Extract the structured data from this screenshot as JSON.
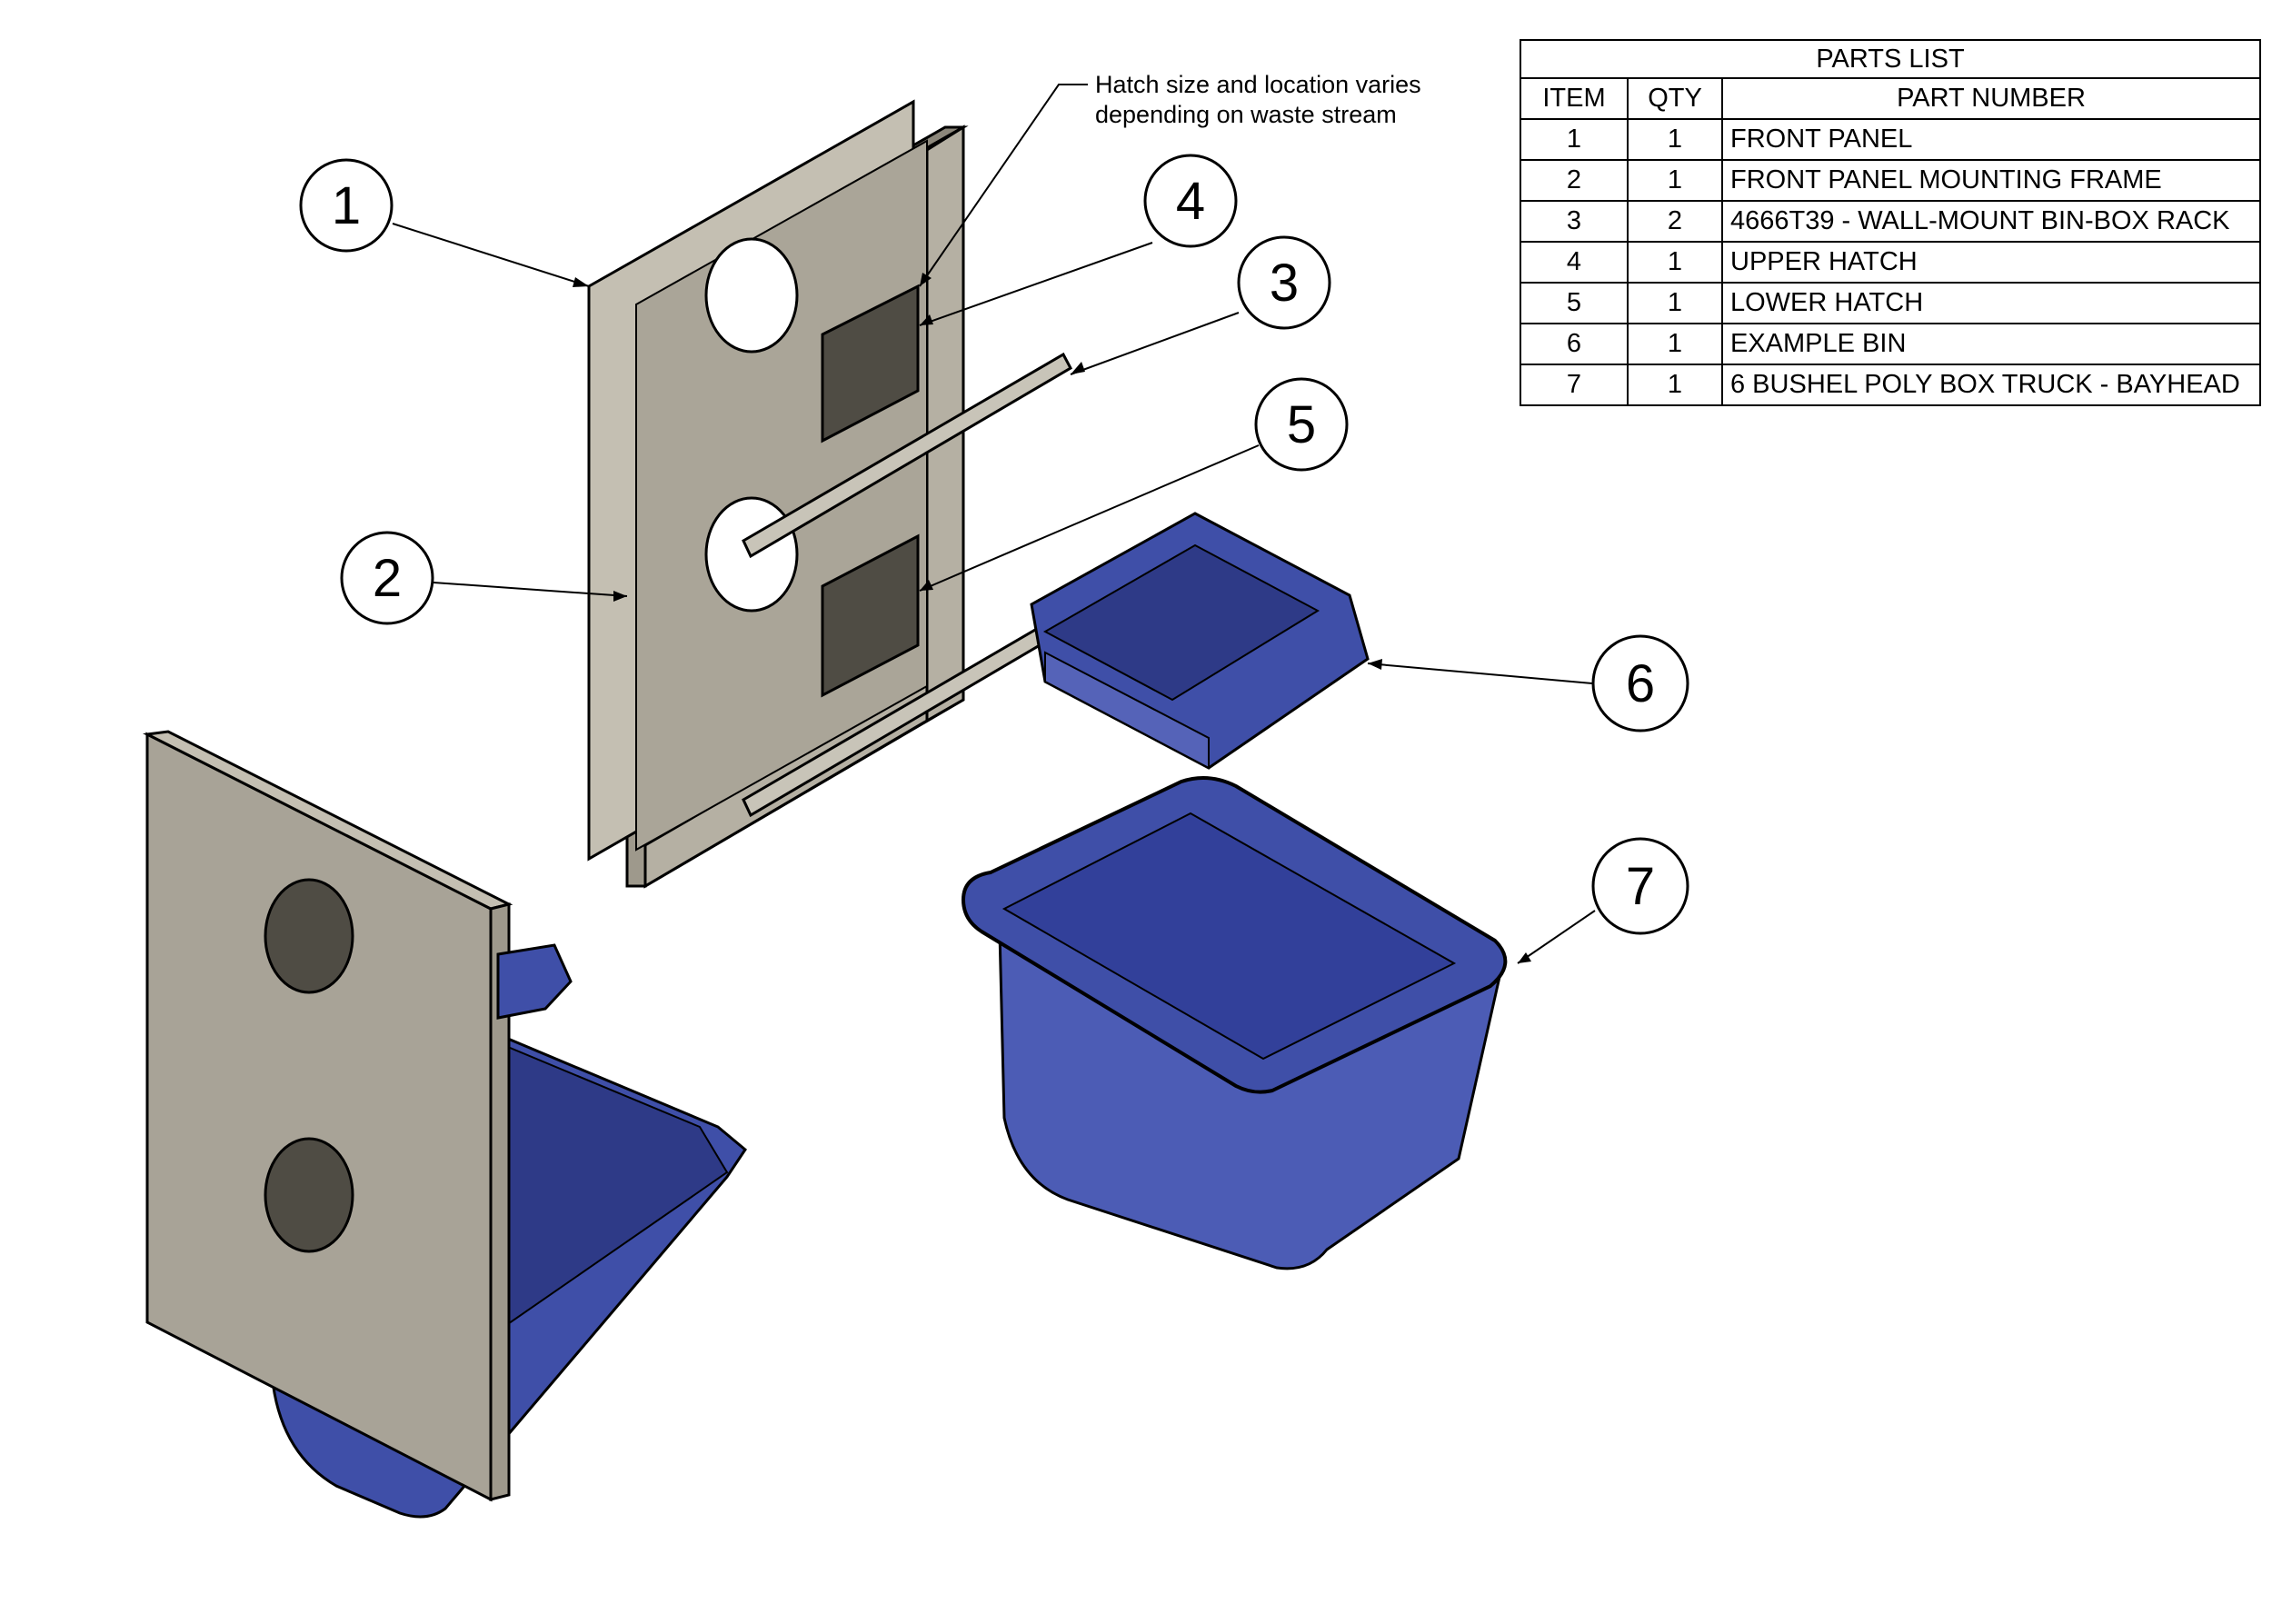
{
  "note": {
    "line1": "Hatch size and location varies",
    "line2": "depending on waste stream"
  },
  "balloons": [
    "1",
    "2",
    "3",
    "4",
    "5",
    "6",
    "7"
  ],
  "parts_list": {
    "title": "PARTS LIST",
    "headers": [
      "ITEM",
      "QTY",
      "PART NUMBER"
    ],
    "rows": [
      {
        "item": "1",
        "qty": "1",
        "part": "FRONT PANEL"
      },
      {
        "item": "2",
        "qty": "1",
        "part": "FRONT PANEL MOUNTING FRAME"
      },
      {
        "item": "3",
        "qty": "2",
        "part": "4666T39 - WALL-MOUNT BIN-BOX RACK"
      },
      {
        "item": "4",
        "qty": "1",
        "part": "UPPER HATCH"
      },
      {
        "item": "5",
        "qty": "1",
        "part": "LOWER HATCH"
      },
      {
        "item": "6",
        "qty": "1",
        "part": "EXAMPLE BIN"
      },
      {
        "item": "7",
        "qty": "1",
        "part": "6 BUSHEL POLY BOX TRUCK - BAYHEAD"
      }
    ]
  },
  "colors": {
    "panel": "#a9a497",
    "panel_edge": "#8c877b",
    "hatch": "#4f4c44",
    "bin_blue": "#3f4fa8",
    "bin_blue_dark": "#2e3a87",
    "bin_blue_light": "#5563b8"
  }
}
